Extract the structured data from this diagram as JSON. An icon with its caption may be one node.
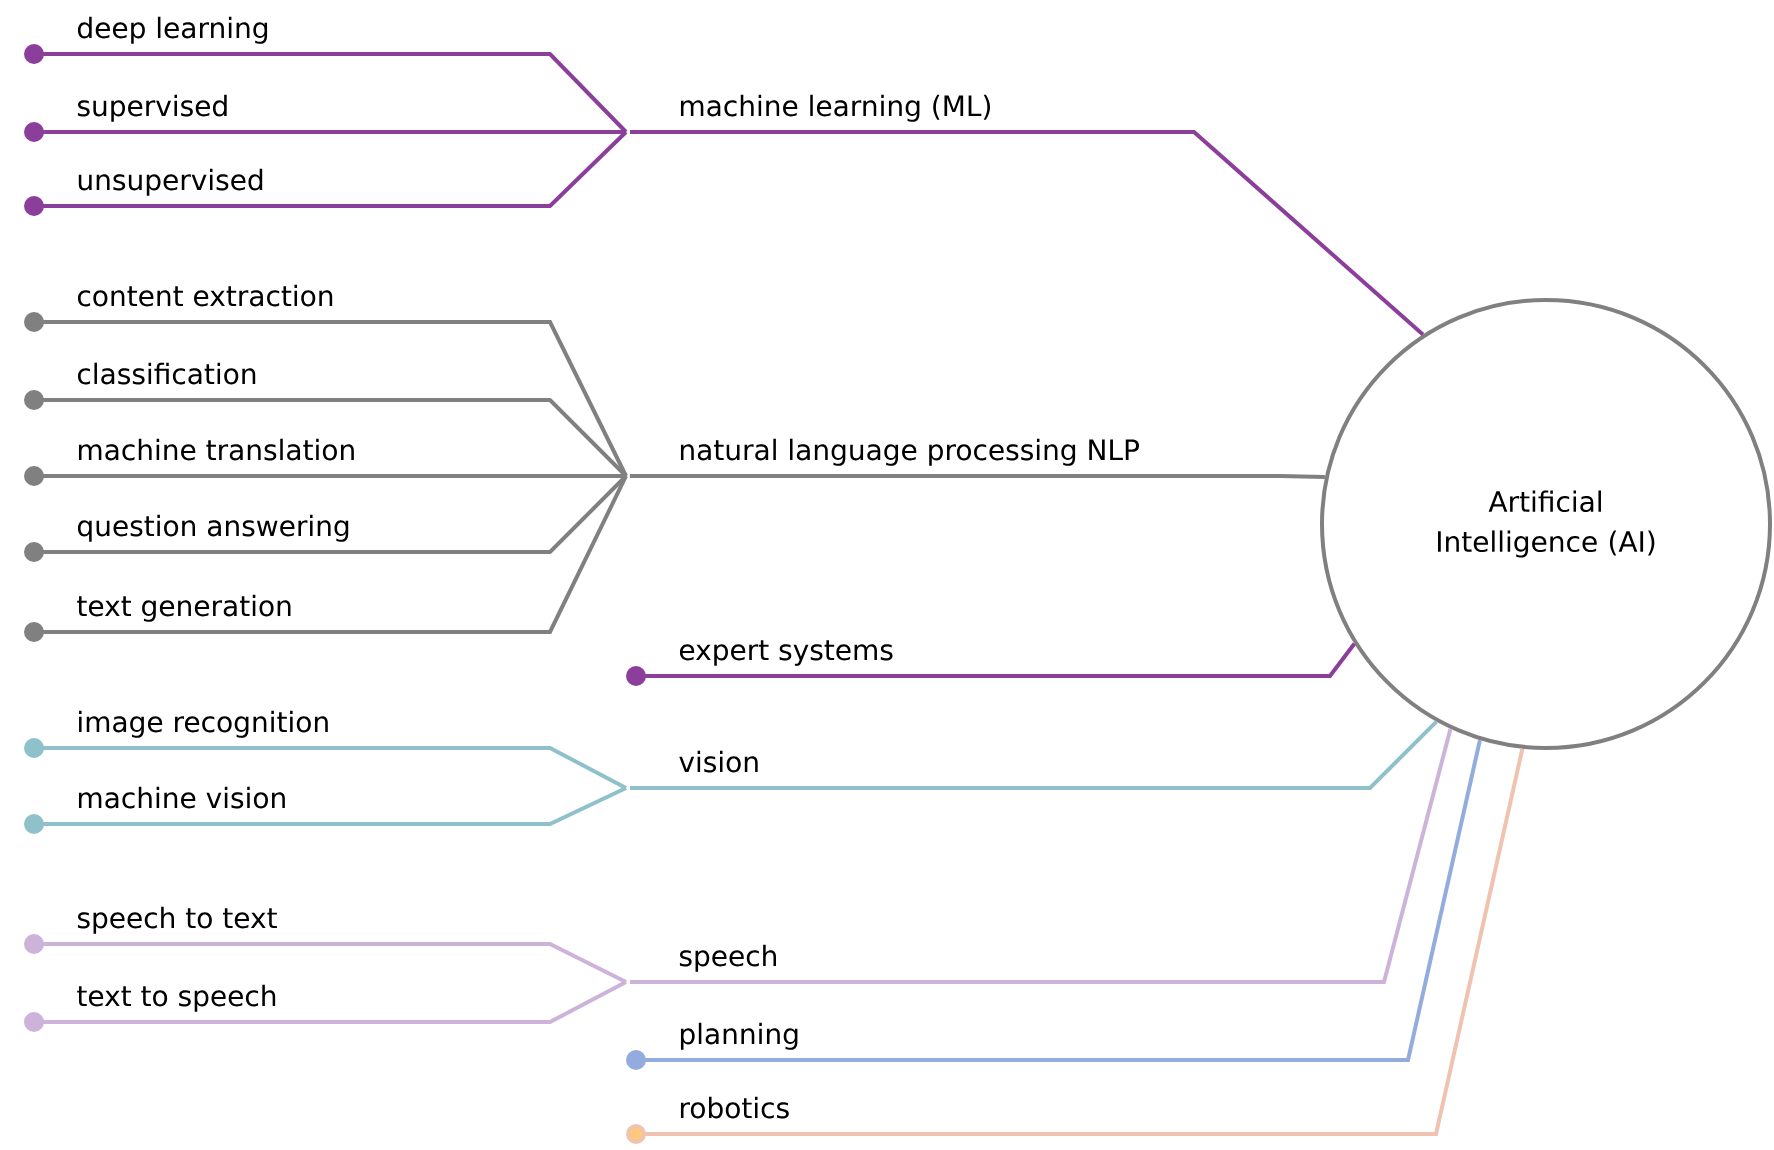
{
  "diagram": {
    "nodes": [
      {
        "text": [
          "Artificial Intelligence (AI)"
        ]
      },
      {
        "text": [
          "machine learning (ML)"
        ]
      },
      {
        "text": [
          "deep learning"
        ]
      },
      {
        "text": [
          "supervised"
        ]
      },
      {
        "text": [
          "unsupervised"
        ]
      },
      {
        "text": [
          "natural language processing NLP"
        ]
      },
      {
        "text": [
          "content extraction"
        ]
      },
      {
        "text": [
          "classification"
        ]
      },
      {
        "text": [
          "machine translation"
        ]
      },
      {
        "text": [
          "question answering"
        ]
      },
      {
        "text": [
          "text generation"
        ]
      },
      {
        "text": [
          "expert systems"
        ]
      },
      {
        "text": [
          "vision"
        ]
      },
      {
        "text": [
          "image recognition"
        ]
      },
      {
        "text": [
          "machine vision"
        ]
      },
      {
        "text": [
          "speech"
        ]
      },
      {
        "text": [
          "speech to text"
        ]
      },
      {
        "text": [
          "text to speech"
        ]
      },
      {
        "text": [
          "planning"
        ]
      },
      {
        "text": [
          "robotics"
        ]
      }
    ],
    "edges": [
      {
        "from": 2,
        "to": 1,
        "arrow": "other",
        "color": "#8b3f9b"
      },
      {
        "from": 3,
        "to": 1,
        "arrow": "other",
        "color": "#8b3f9b"
      },
      {
        "from": 4,
        "to": 1,
        "arrow": "other",
        "color": "#8b3f9b"
      },
      {
        "from": 1,
        "to": 0,
        "arrow": "none",
        "color": "#8b3f9b"
      },
      {
        "from": 6,
        "to": 5,
        "arrow": "other"
      },
      {
        "from": 7,
        "to": 5,
        "arrow": "other"
      },
      {
        "from": 8,
        "to": 5,
        "arrow": "other"
      },
      {
        "from": 9,
        "to": 5,
        "arrow": "other"
      },
      {
        "from": 10,
        "to": 5,
        "arrow": "other"
      },
      {
        "from": 5,
        "to": 0,
        "arrow": "none"
      },
      {
        "from": 11,
        "to": 0,
        "arrow": "other",
        "color": "#8b3f9b"
      },
      {
        "from": 13,
        "to": 12,
        "arrow": "other",
        "color": "#8fc1cb"
      },
      {
        "from": 14,
        "to": 12,
        "arrow": "other",
        "color": "#8fc1cb"
      },
      {
        "from": 12,
        "to": 0,
        "arrow": "none",
        "color": "#8fc1cb"
      },
      {
        "from": 16,
        "to": 15,
        "arrow": "other",
        "color": "#cdb3da"
      },
      {
        "from": 17,
        "to": 15,
        "arrow": "other",
        "color": "#cdb3da"
      },
      {
        "from": 15,
        "to": 0,
        "arrow": "none",
        "color": "#cdb3da"
      },
      {
        "from": 18,
        "to": 0,
        "arrow": "other",
        "color": "#93acde"
      },
      {
        "from": 19,
        "to": 0,
        "arrow": "other",
        "color": "#f0c3b0"
      }
    ]
  }
}
